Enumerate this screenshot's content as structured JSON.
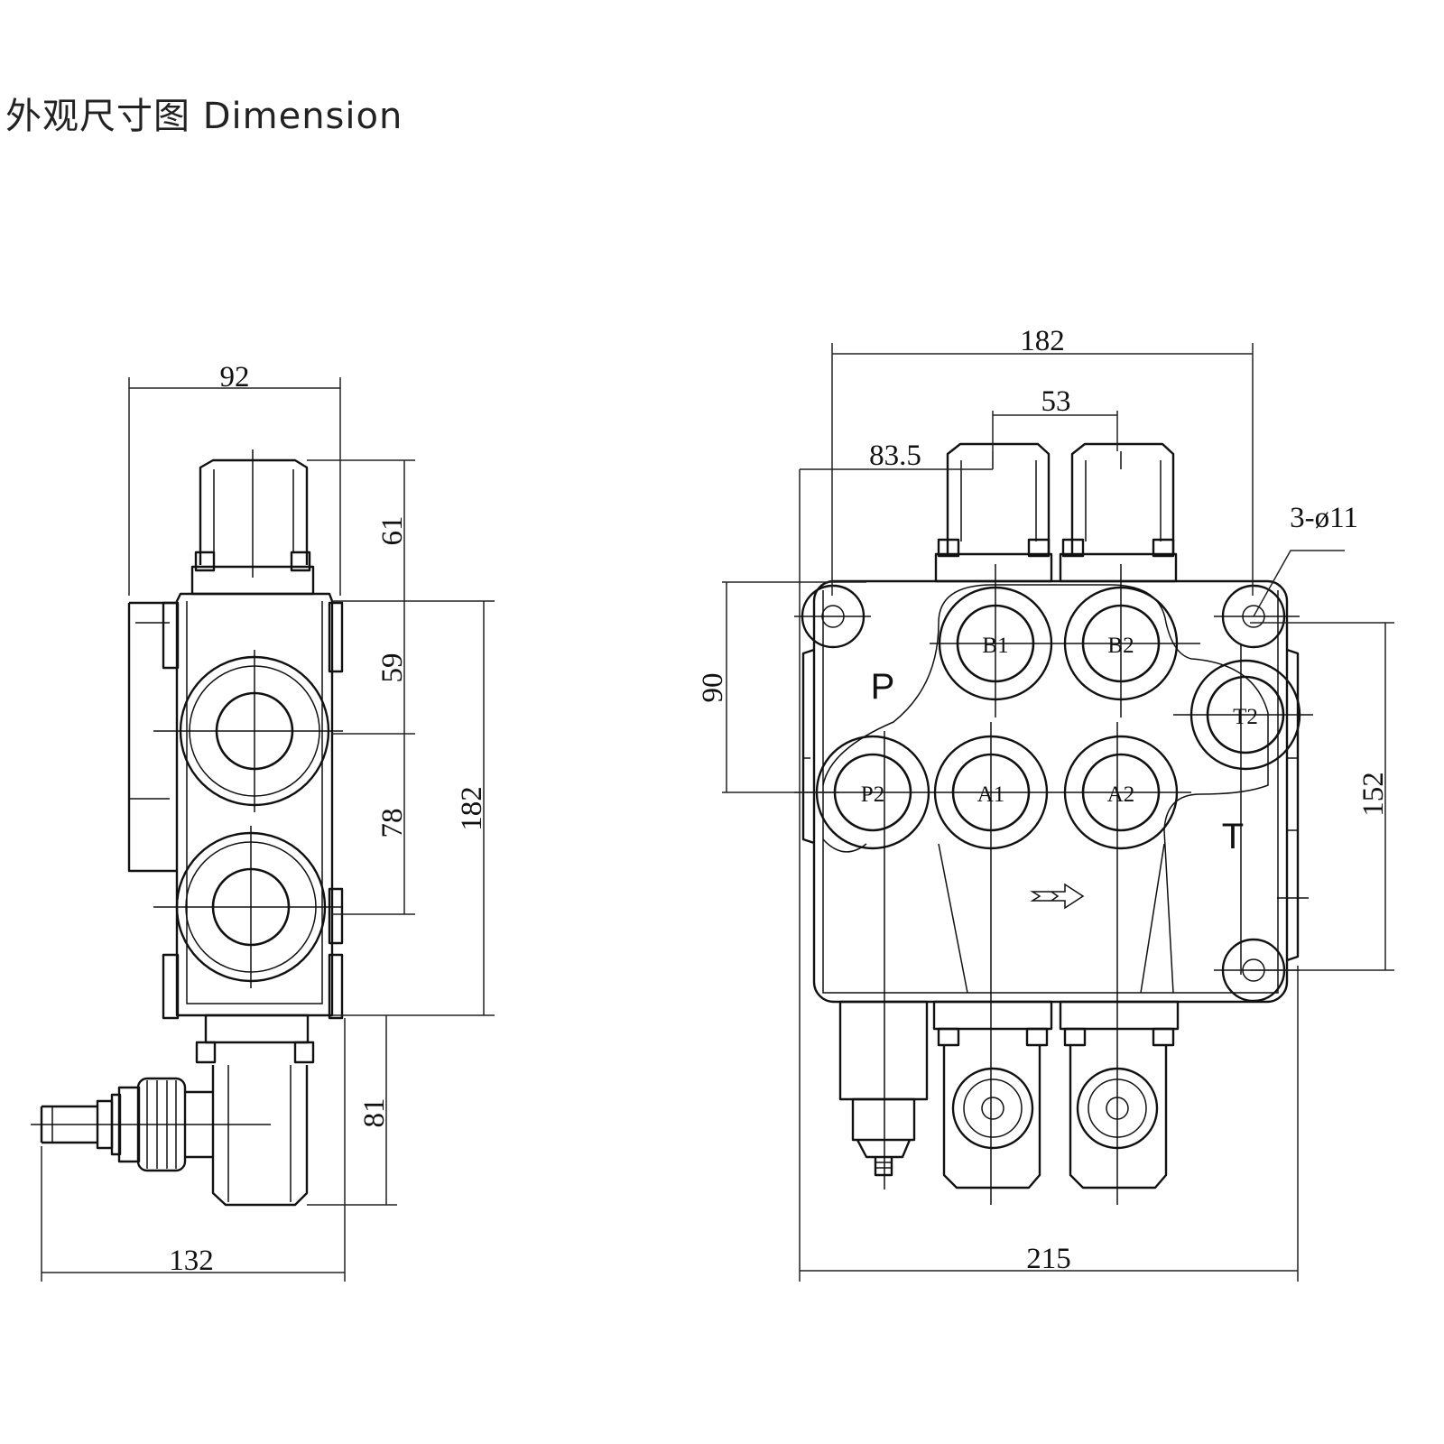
{
  "title": "外观尺寸图  Dimension",
  "side_view": {
    "dims": {
      "width_top": "92",
      "h61": "61",
      "h59": "59",
      "h78": "78",
      "h182": "182",
      "h81": "81",
      "width_bottom": "132"
    }
  },
  "front_view": {
    "dims": {
      "width_top": "182",
      "spacing": "53",
      "offset": "83.5",
      "hole_spec": "3-ø11",
      "h90": "90",
      "h152": "152",
      "width_bottom": "215"
    },
    "ports": {
      "b1": "B1",
      "b2": "B2",
      "t2": "T2",
      "p2": "P2",
      "a1": "A1",
      "a2": "A2"
    },
    "labels": {
      "p": "P",
      "t": "T"
    }
  }
}
